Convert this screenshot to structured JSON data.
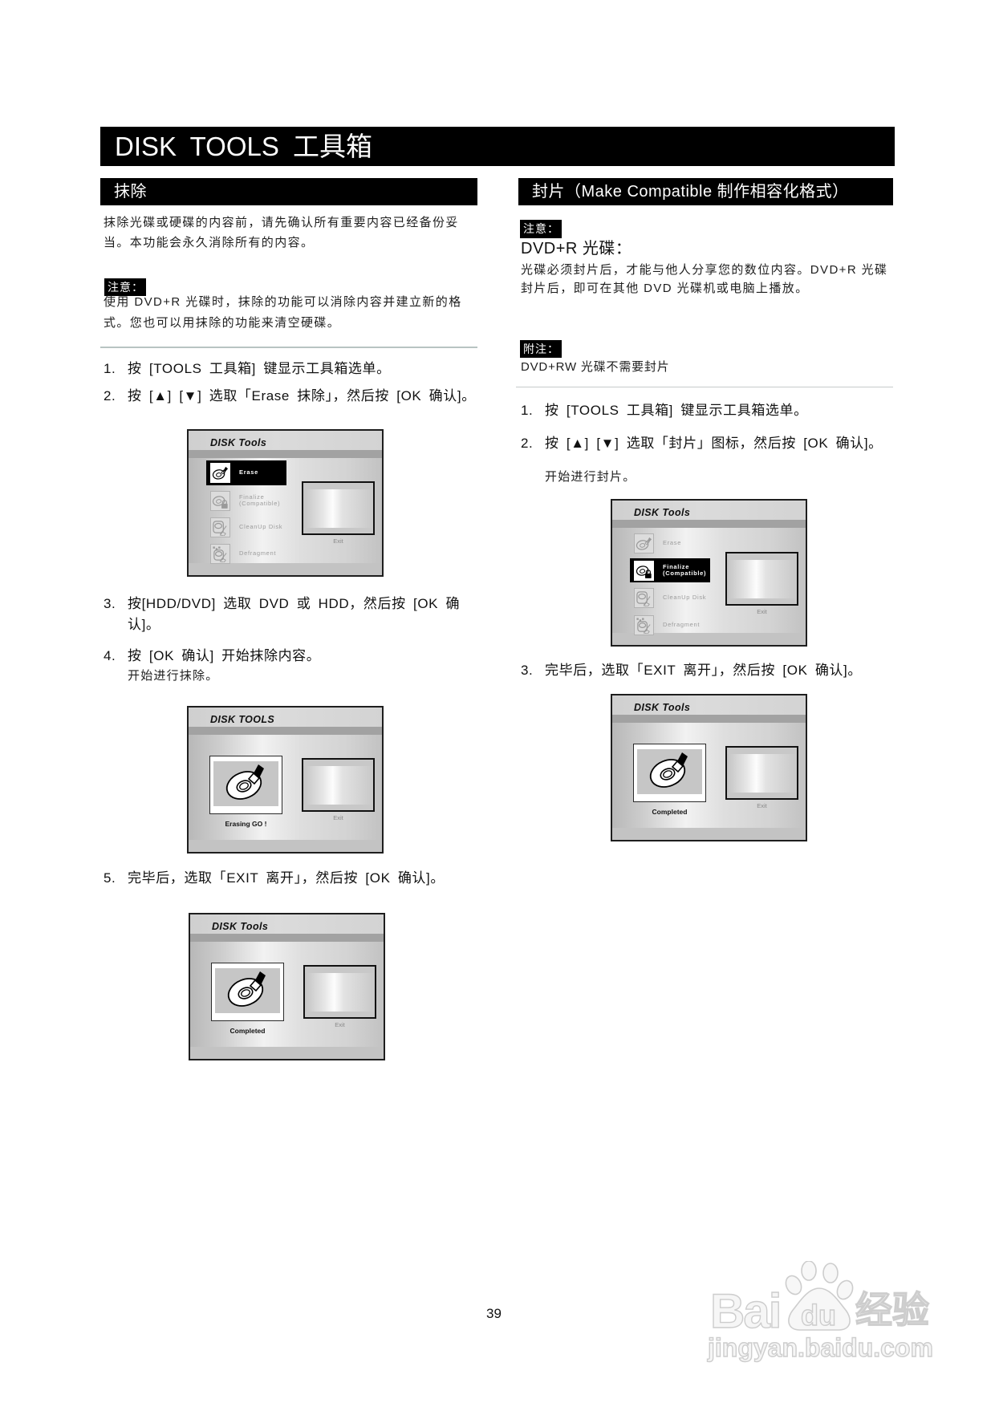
{
  "page": {
    "title": "DISK TOOLS 工具箱",
    "page_number": "39"
  },
  "erase_section": {
    "header": "抹除",
    "intro": [
      "抹除光碟或硬碟的内容前，请先确认所有重要内容已经备份妥",
      "当。本功能会永久消除所有的内容。"
    ],
    "note_label": "注意：",
    "note": [
      "使用 DVD+R 光碟时，抹除的功能可以消除内容并建立新的格",
      "式。您也可以用抹除的功能来清空硬碟。"
    ],
    "steps": [
      {
        "num": "1.",
        "text": "按 [TOOLS 工具箱] 键显示工具箱选单。"
      },
      {
        "num": "2.",
        "text": "按 [▲] [▼] 选取「Erase 抹除」，然后按 [OK 确认]。"
      },
      {
        "num": "3.",
        "text": "按[HDD/DVD] 选取 DVD 或 HDD，然后按 [OK 确",
        "text_cont": "认]。"
      },
      {
        "num": "4.",
        "text": "按 [OK 确认] 开始抹除内容。",
        "sub": "开始进行抹除。"
      },
      {
        "num": "5.",
        "text": "完毕后，选取「EXIT 离开」，然后按 [OK 确认]。"
      }
    ]
  },
  "finalize_section": {
    "header": "封片（Make Compatible 制作相容化格式）",
    "note_label": "注意：",
    "note_title": "DVD+R 光碟：",
    "note": [
      "光碟必须封片后，才能与他人分享您的数位内容。DVD+R 光碟",
      "封片后，即可在其他 DVD 光碟机或电脑上播放。"
    ],
    "addendum_label": "附注：",
    "addendum": "DVD+RW 光碟不需要封片",
    "steps": [
      {
        "num": "1.",
        "text": "按 [TOOLS 工具箱] 键显示工具箱选单。"
      },
      {
        "num": "2.",
        "text": "按 [▲] [▼] 选取「封片」图标，然后按 [OK 确认]。",
        "sub": "开始进行封片。"
      },
      {
        "num": "3.",
        "text": "完毕后，选取「EXIT 离开」，然后按 [OK 确认]。"
      }
    ]
  },
  "screens": {
    "erase_menu": {
      "title": "DISK Tools",
      "items": [
        {
          "label": "Erase",
          "selected": true,
          "icon": "erase-disc-icon"
        },
        {
          "label": "Finalize",
          "label2": "(Compatible)",
          "selected": false,
          "icon": "finalize-lock-icon"
        },
        {
          "label": "CleanUp Disk",
          "selected": false,
          "icon": "cleanup-broom-icon"
        },
        {
          "label": "Defragment",
          "selected": false,
          "icon": "defragment-icon"
        }
      ],
      "preview_label": "Exit"
    },
    "erasing": {
      "title": "DISK TOOLS",
      "status": "Erasing GO !",
      "preview_label": "Exit"
    },
    "erase_done": {
      "title": "DISK Tools",
      "status": "Completed",
      "preview_label": "Exit"
    },
    "finalize_menu": {
      "title": "DISK Tools",
      "items": [
        {
          "label": "Erase",
          "selected": false,
          "icon": "erase-disc-icon"
        },
        {
          "label": "Finalize",
          "label2": "(Compatible)",
          "selected": true,
          "icon": "finalize-lock-icon"
        },
        {
          "label": "CleanUp Disk",
          "selected": false,
          "icon": "cleanup-broom-icon"
        },
        {
          "label": "Defragment",
          "selected": false,
          "icon": "defragment-icon"
        }
      ],
      "preview_label": "Exit"
    },
    "finalize_done": {
      "title": "DISK Tools",
      "status": "Completed",
      "preview_label": "Exit"
    }
  },
  "watermark": {
    "brand_left": "Bai",
    "brand_mid": "du",
    "brand_right": "经验",
    "url": "jingyan.baidu.com"
  },
  "colors": {
    "header_bg": "#000000",
    "header_text": "#ffffff",
    "divider": "#b8c4c2",
    "menu_highlight": "#000000",
    "watermark": "#cdcdcd"
  }
}
